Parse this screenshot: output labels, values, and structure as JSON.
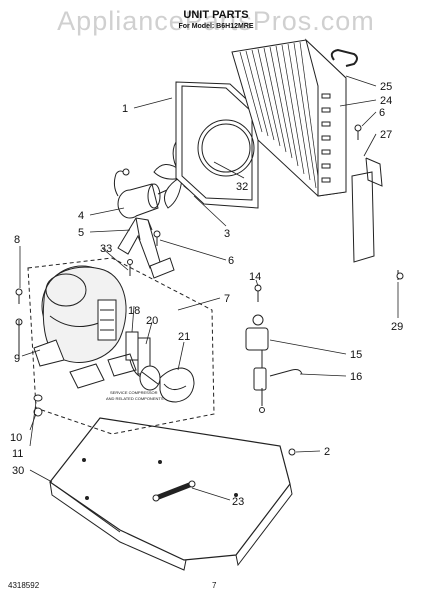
{
  "watermark": "AppliancePartsPros.com",
  "header": {
    "title": "UNIT PARTS",
    "subtitle": "For Model: B6H12MRE"
  },
  "note": {
    "line1": "SERVICE COMPRESSOR",
    "line2": "AND RELATED COMPONENTS"
  },
  "callouts": [
    "1",
    "2",
    "3",
    "4",
    "5",
    "6",
    "6",
    "6",
    "7",
    "8",
    "9",
    "10",
    "11",
    "14",
    "15",
    "16",
    "18",
    "20",
    "21",
    "23",
    "24",
    "25",
    "27",
    "29",
    "30",
    "32",
    "33"
  ],
  "footer": {
    "doc_number": "4318592",
    "page_number": "7"
  }
}
